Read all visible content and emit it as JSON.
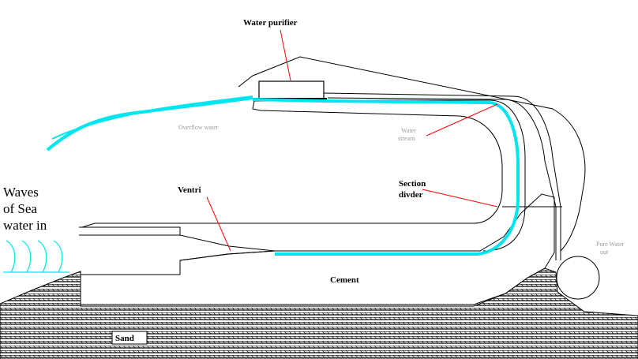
{
  "title": "Sea wave water purification diagram",
  "labels": {
    "water_purifier": "Water purifier",
    "overflow_water": "Overflow water",
    "water_stream_line1": "Water",
    "water_stream_line2": "stream",
    "section_divider_line1": "Section",
    "section_divider_line2": "divder",
    "ventri": "Ventri",
    "waves_line1": "Waves",
    "waves_line2": "of Sea",
    "waves_line3": "water in",
    "pure_water_line1": "Pure Water",
    "pure_water_line2": "out",
    "cement": "Cement",
    "sand": "Sand"
  },
  "colors": {
    "water": "#00e5ee",
    "line": "#000000",
    "faint_text": "#9a9a9a",
    "pointer": "#ff0000"
  }
}
